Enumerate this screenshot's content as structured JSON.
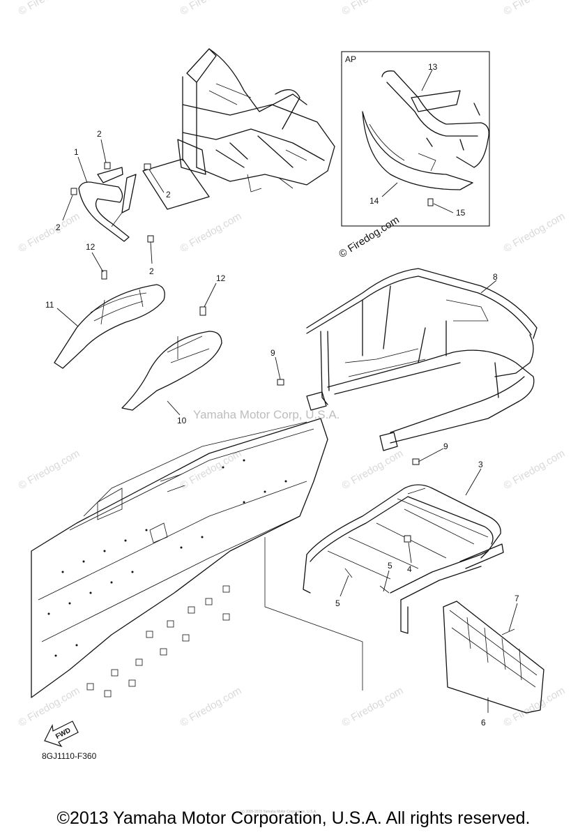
{
  "diagram": {
    "code": "8GJ1110-F360",
    "inset_label": "AP",
    "fwd_label": "FWD",
    "yamaha_watermark": "Yamaha Motor Corp, U.S.A.",
    "site_watermark": "© Firedog.com",
    "inset_watermark": "© Firedog.com",
    "callouts": [
      {
        "id": "c1",
        "text": "1"
      },
      {
        "id": "c2a",
        "text": "2"
      },
      {
        "id": "c2b",
        "text": "2"
      },
      {
        "id": "c2c",
        "text": "2"
      },
      {
        "id": "c2d",
        "text": "2"
      },
      {
        "id": "c3",
        "text": "3"
      },
      {
        "id": "c4",
        "text": "4"
      },
      {
        "id": "c5a",
        "text": "5"
      },
      {
        "id": "c5b",
        "text": "5"
      },
      {
        "id": "c6",
        "text": "6"
      },
      {
        "id": "c7",
        "text": "7"
      },
      {
        "id": "c8",
        "text": "8"
      },
      {
        "id": "c9a",
        "text": "9"
      },
      {
        "id": "c9b",
        "text": "9"
      },
      {
        "id": "c10",
        "text": "10"
      },
      {
        "id": "c11",
        "text": "11"
      },
      {
        "id": "c12a",
        "text": "12"
      },
      {
        "id": "c12b",
        "text": "12"
      },
      {
        "id": "c13",
        "text": "13"
      },
      {
        "id": "c14",
        "text": "14"
      },
      {
        "id": "c15",
        "text": "15"
      }
    ]
  },
  "footer": {
    "copyright": "©2013 Yamaha Motor Corporation, U.S.A. All rights reserved.",
    "fine_print": "(c) 2005-2015 Yamaha Motor Corporation, U.S.A."
  }
}
